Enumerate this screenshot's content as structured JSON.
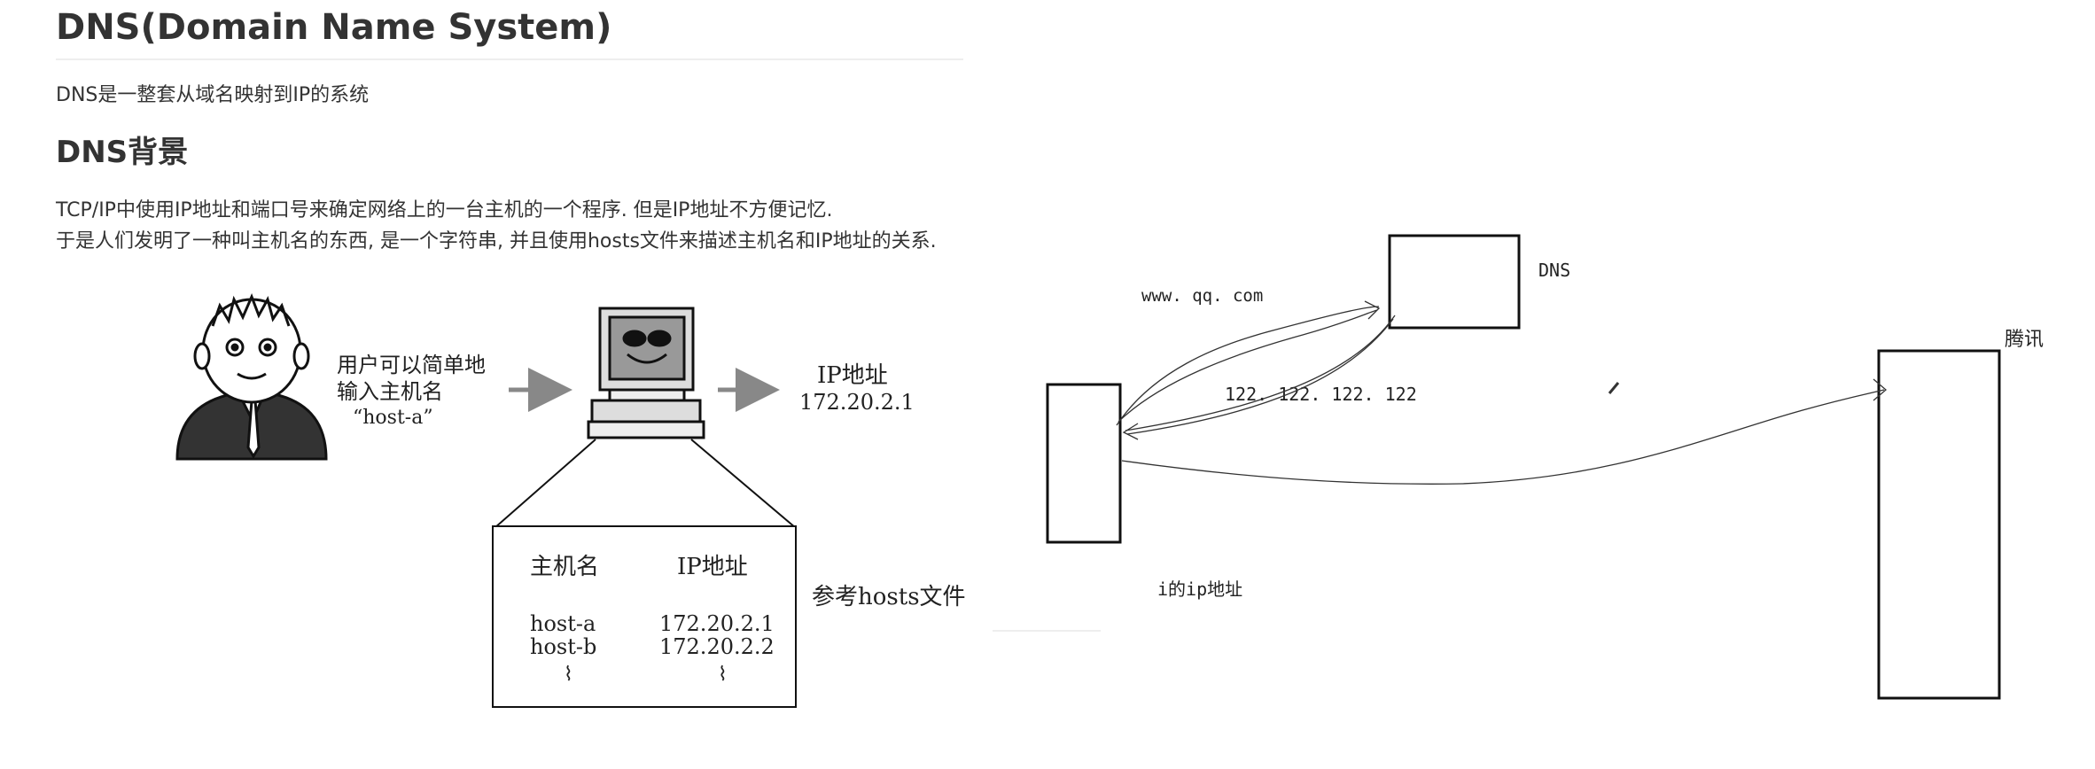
{
  "heading_dns": "DNS(Domain Name System)",
  "intro_text": "DNS是一整套从域名映射到IP的系统",
  "heading_background": "DNS背景",
  "background_line1": "TCP/IP中使用IP地址和端口号来确定网络上的一台主机的一个程序. 但是IP地址不方便记忆.",
  "background_line2": "于是人们发明了一种叫主机名的东西, 是一个字符串, 并且使用hosts文件来描述主机名和IP地址的关系.",
  "figure": {
    "user_text_line1": "用户可以简单地",
    "user_text_line2": "输入主机名",
    "user_text_line3": "“host-a”",
    "ip_label": "IP地址",
    "ip_value": "172.20.2.1",
    "table_header_host": "主机名",
    "table_header_ip": "IP地址",
    "rows": [
      {
        "host": "host-a",
        "ip": "172.20.2.1"
      },
      {
        "host": "host-b",
        "ip": "172.20.2.2"
      }
    ],
    "ellipsis": "⌇",
    "hosts_ref": "参考hosts文件"
  },
  "sketch": {
    "domain": "www. qq. com",
    "dns_label": "DNS",
    "returned_ip": "122. 122. 122. 122",
    "tencent_label": "腾讯",
    "ip_note": "i的ip地址"
  }
}
